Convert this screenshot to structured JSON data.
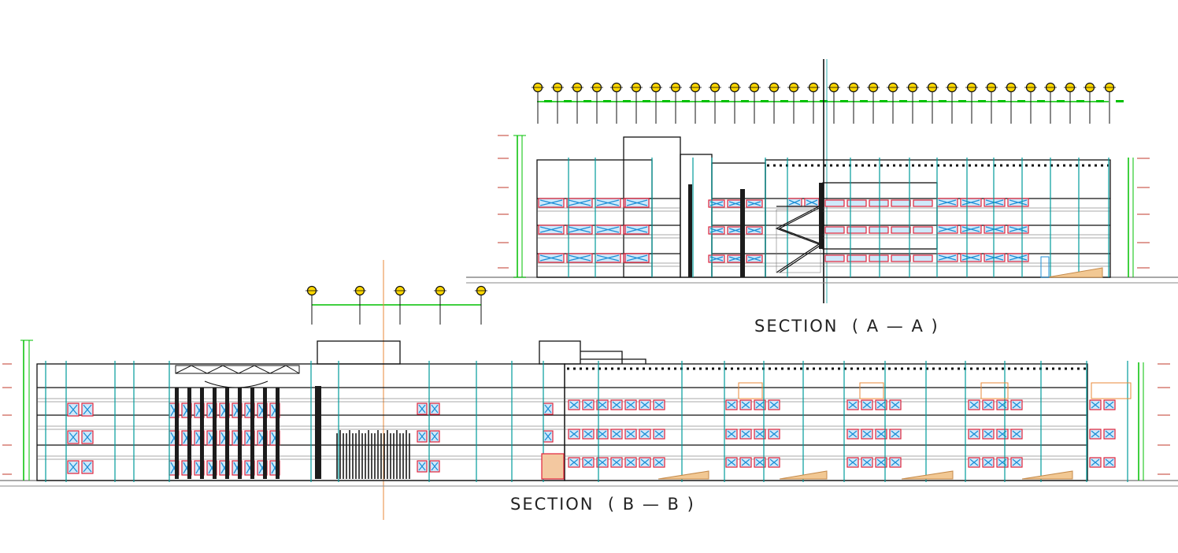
{
  "drawing": {
    "section_a": {
      "title": "SECTION  ( A — A )",
      "floors": 3,
      "grid_bubbles": 30
    },
    "section_b": {
      "title": "SECTION  ( B — B )",
      "floors": 3,
      "grid_bubbles": 5
    }
  },
  "colors": {
    "outline": "#000000",
    "dimension": "#00c000",
    "gridline": "#009b9b",
    "panel_red": "#e0223a",
    "panel_blue": "#1e8fd6",
    "bubble_fill": "#ffd800",
    "annotation_orange": "#e88a3a",
    "annotation_red": "#c0392b",
    "ground": "#8a8a8a"
  }
}
